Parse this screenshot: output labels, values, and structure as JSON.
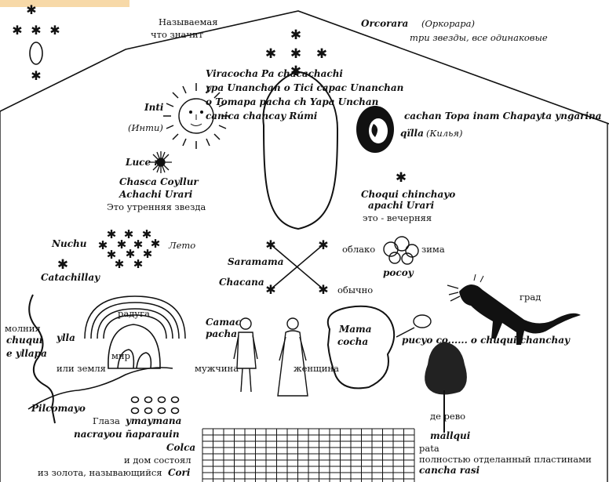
{
  "labels": {
    "nazyvaemaya": "Называемая",
    "chto_znachit": "что значит",
    "orcorara": "Orcorara",
    "orkorara_ru": "(Оркорара)",
    "tri_zvezdy": "три звезды, все одинаковые",
    "viracocha_1": "Viracocha Pa chacachachi",
    "viracocha_2": "ypa Unanchan o Tici capac Unanchan",
    "viracocha_3": "o Tomapa pacha ch Yapa Unchan",
    "viracocha_4": "canica chancay Rúmi",
    "inti": "Inti",
    "inti_ru": "(Инти)",
    "killa_quote": "cachan Topa inam Chapayta yngarina",
    "killa": "qïlla",
    "killa_ru": "(Килья)",
    "lucero": "Luce ro",
    "chasca_1": "Chasca Coyllur",
    "chasca_2": "Achachi Urari",
    "utrennyaya": "Это утренняя звезда",
    "choqui_1": "Choqui chinchayo",
    "choqui_2": "apachi Urari",
    "vechernyaya": "это - вечерняя",
    "nuchu": "Nuchu",
    "leto": "Лето",
    "catachillay": "Catachillay",
    "oblako": "облако",
    "zima": "зима",
    "pocoy": "pocoy",
    "saramama": "Saramama",
    "chacana": "Chacana",
    "obychno": "обычно",
    "grad": "град",
    "molniya": "молния",
    "chuqui_yllapa_1": "chuqui",
    "chuqui_yllapa_2": "ylla",
    "chuqui_yllapa_3": "e yllapa",
    "raduga": "радуга",
    "mir": "мир",
    "ili_zemlya": "или земля",
    "pilcomayo": "Pilcomayo",
    "camac_pacha_1": "Camac",
    "camac_pacha_2": "pacha",
    "mama_cocha_1": "Mama",
    "mama_cocha_2": "cocha",
    "puquio": "pucyo co...... o chuqui chanchay",
    "muzhchina": "мужчина",
    "zhenshchina": "женщина",
    "glaza": "Глаза",
    "ymaymana": "ymaymana",
    "nacrayou": "nacrayou ñaparauin",
    "colca": "Colca",
    "i_dom": "и дом состоял",
    "iz_zolota": "из золота, называющийся",
    "cori": "Cori",
    "de_revo": "де  рево",
    "mallqui": "mallqui",
    "pata": "pata",
    "polnostyu": "полностью отделанный пластинами",
    "cancha_rasi": "cancha rasi"
  },
  "colors": {
    "ink": "#111111",
    "paper": "#ffffff",
    "top_strip": "#f7d9a8"
  }
}
